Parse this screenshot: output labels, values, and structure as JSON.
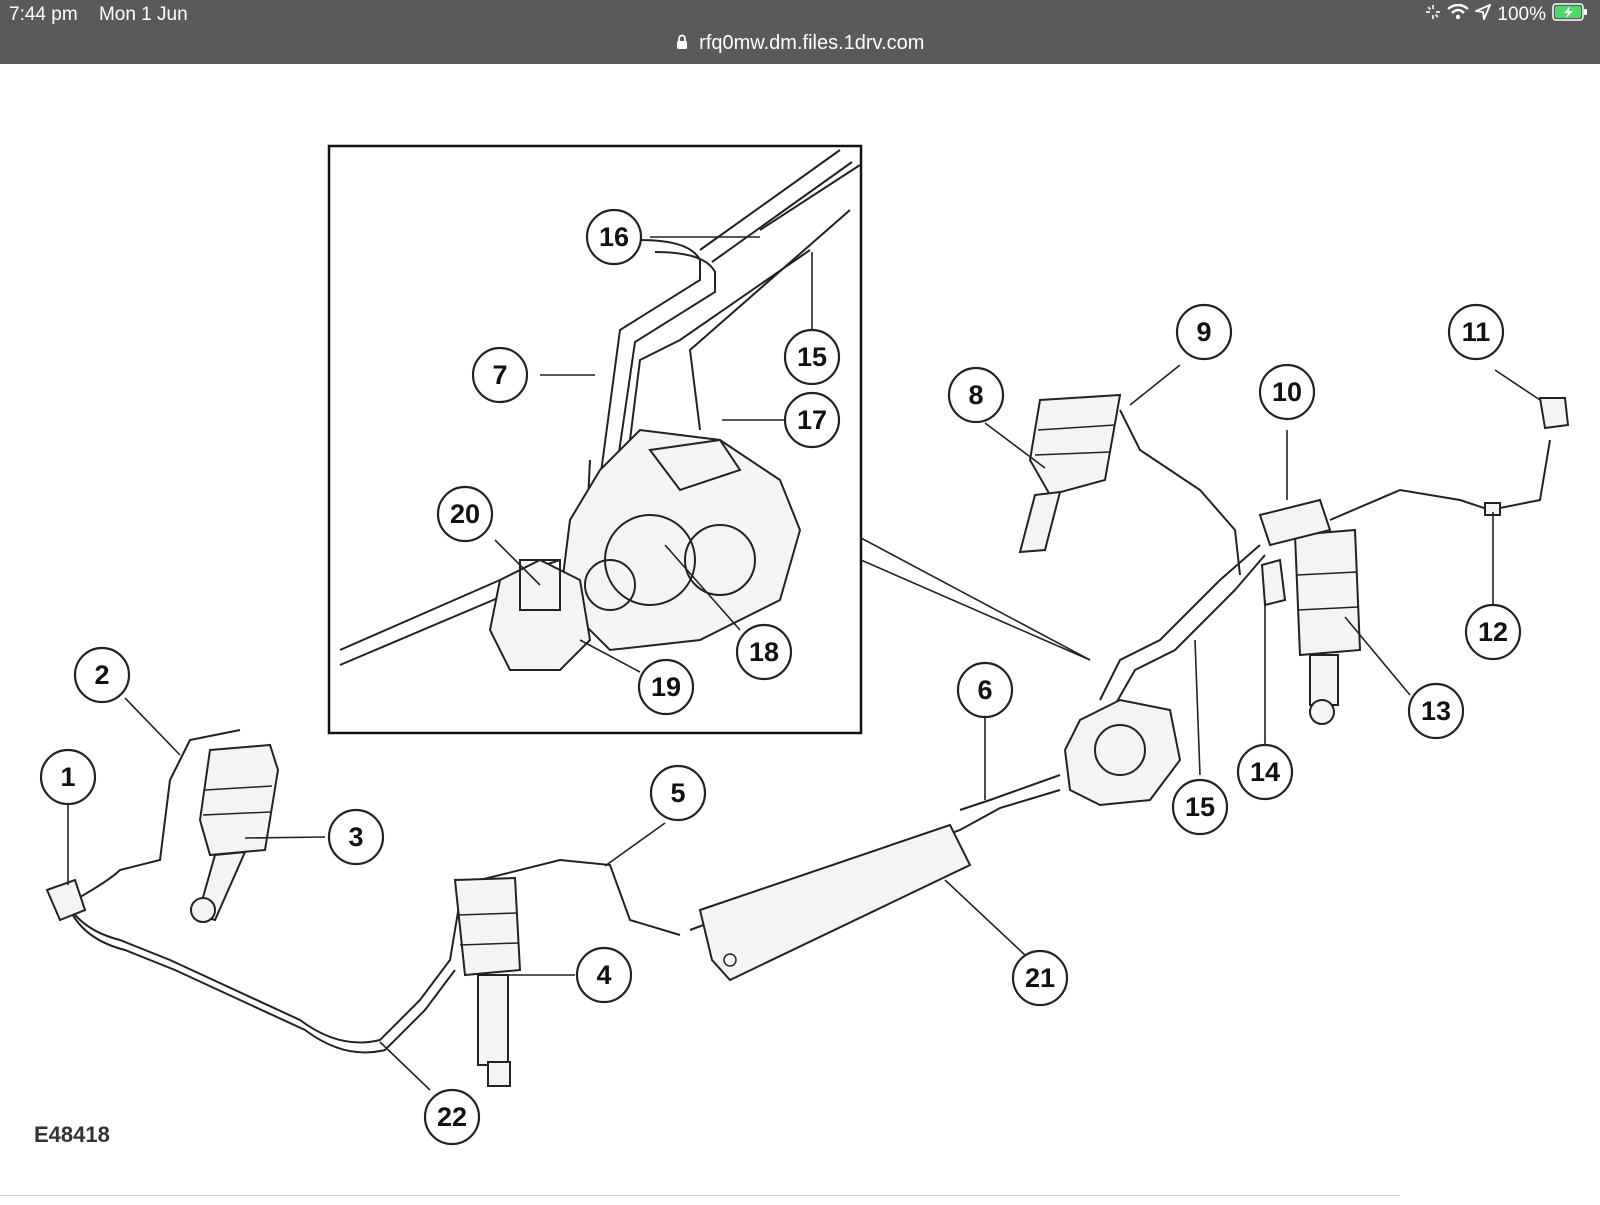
{
  "status_bar": {
    "time": "7:44 pm",
    "date": "Mon 1 Jun",
    "battery": "100%",
    "icons": [
      "activity-spinner-icon",
      "wifi-icon",
      "location-arrow-icon",
      "battery-charging-icon"
    ]
  },
  "address_bar": {
    "url": "rfq0mw.dm.files.1drv.com",
    "icon": "lock-icon"
  },
  "diagram": {
    "figure_id": "E48418",
    "callouts": [
      "1",
      "2",
      "3",
      "4",
      "5",
      "6",
      "7",
      "8",
      "9",
      "10",
      "11",
      "12",
      "13",
      "14",
      "15",
      "15",
      "16",
      "17",
      "18",
      "19",
      "20",
      "21",
      "22"
    ]
  }
}
